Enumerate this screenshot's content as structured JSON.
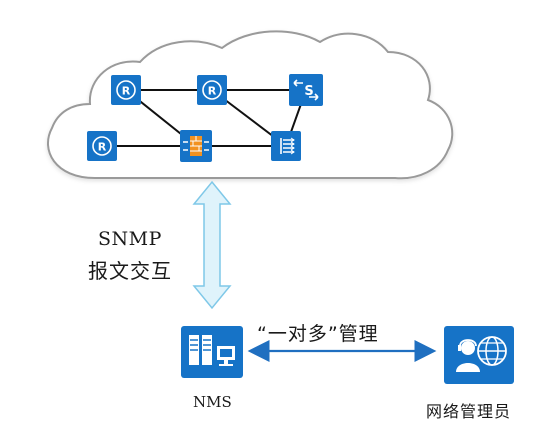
{
  "labels": {
    "snmp_line1": "SNMP",
    "snmp_line2": "报文交互",
    "nms": "NMS",
    "admin": "网络管理员",
    "one_to_many": "“一对多”管理"
  },
  "icons": {
    "router": "router-icon",
    "switch": "switch-icon",
    "firewall": "firewall-icon",
    "l3_switch": "layer3-switch-icon",
    "nms": "nms-server-icon",
    "admin": "network-admin-icon"
  },
  "colors": {
    "device_blue": "#1673c7",
    "link_black": "#111111",
    "snmp_arrow_fill": "#dff3fb",
    "snmp_arrow_stroke": "#7fc8e8",
    "mgmt_arrow": "#1f6fc0",
    "cloud_stroke": "#9a9a9a",
    "firewall_orange": "#f29221"
  }
}
